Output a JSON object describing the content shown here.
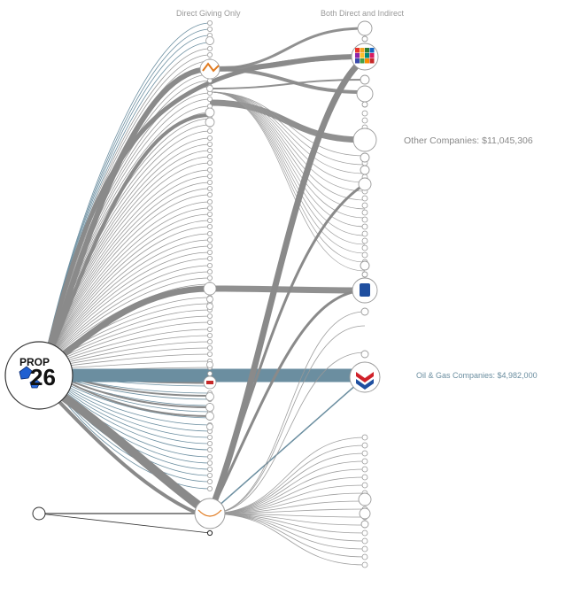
{
  "headers": {
    "direct_only": "Direct Giving Only",
    "both": "Both Direct and Indirect"
  },
  "labels": {
    "other_companies": "Other Companies: $11,045,306",
    "oil_gas": "Oil & Gas Companies: $4,982,000"
  },
  "prop_logo": {
    "word": "PROP",
    "number": "26"
  },
  "colors": {
    "link": "#8a8a8a",
    "thin_link": "#999999",
    "oil_gas_link": "#6b8ea0",
    "node_stroke": "#9a9a9a",
    "chevron_red": "#d0222a",
    "chevron_blue": "#1f4fa0"
  }
}
